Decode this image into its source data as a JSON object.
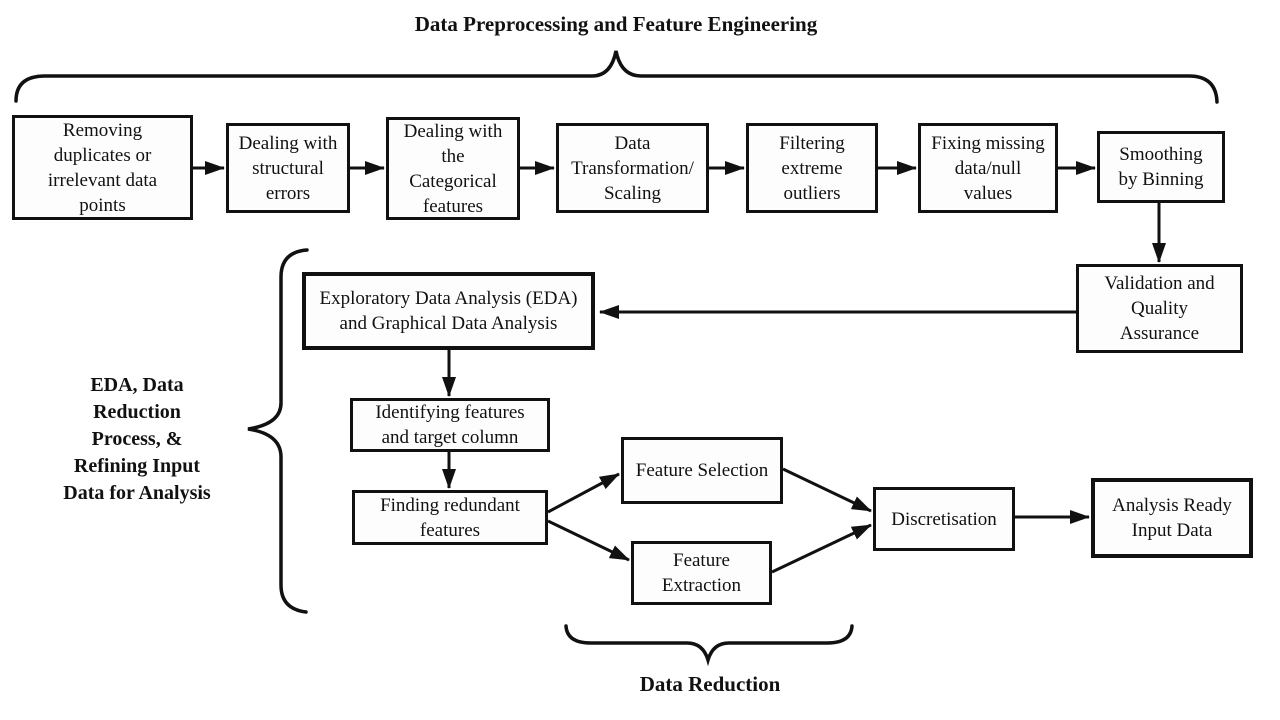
{
  "title": "Data Preprocessing and Feature Engineering",
  "side_label": "EDA, Data\nReduction\nProcess, &\nRefining Input\nData for Analysis",
  "bottom_label": "Data Reduction",
  "nodes": {
    "removing_duplicates": "Removing\nduplicates or\nirrelevant data\npoints",
    "structural_errors": "Dealing with\nstructural\nerrors",
    "categorical_features": "Dealing with\nthe\nCategorical\nfeatures",
    "transformation_scaling": "Data\nTransformation/\nScaling",
    "filtering_outliers": "Filtering\nextreme\noutliers",
    "fixing_missing": "Fixing missing\ndata/null\nvalues",
    "smoothing_binning": "Smoothing\nby Binning",
    "validation_qa": "Validation and\nQuality\nAssurance",
    "eda": "Exploratory Data Analysis (EDA)\nand Graphical Data Analysis",
    "identifying_features": "Identifying features\nand target column",
    "finding_redundant": "Finding redundant\nfeatures",
    "feature_selection": "Feature Selection",
    "feature_extraction": "Feature\nExtraction",
    "discretisation": "Discretisation",
    "analysis_ready": "Analysis Ready\nInput Data"
  },
  "colors": {
    "line": "#111111",
    "text": "#111111",
    "box_bg": "#fdfdfd",
    "page_bg": "#ffffff"
  }
}
